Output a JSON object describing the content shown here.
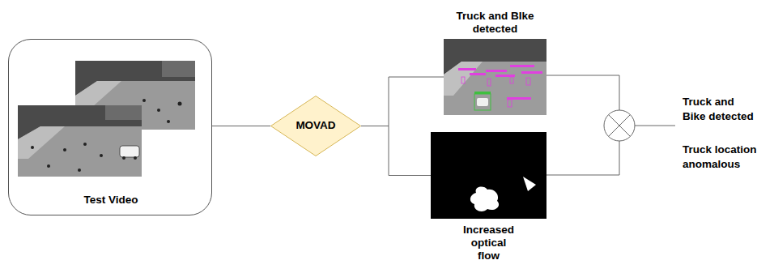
{
  "diagram": {
    "nodes": [
      {
        "text": [
          "Test Video"
        ]
      },
      {
        "text": [
          "MOVAD"
        ]
      },
      {
        "text": [
          "Truck and BIke detected"
        ]
      },
      {
        "text": [
          "Increased optical flow"
        ]
      }
    ],
    "edges": [
      {
        "from": 0,
        "to": 1,
        "arrow": "none"
      },
      {
        "from": 1,
        "to": 2,
        "arrow": "none"
      },
      {
        "from": 1,
        "to": 3,
        "arrow": "none"
      }
    ],
    "labels": [
      "Truck and Bike detected",
      "Truck location anomalous"
    ]
  }
}
